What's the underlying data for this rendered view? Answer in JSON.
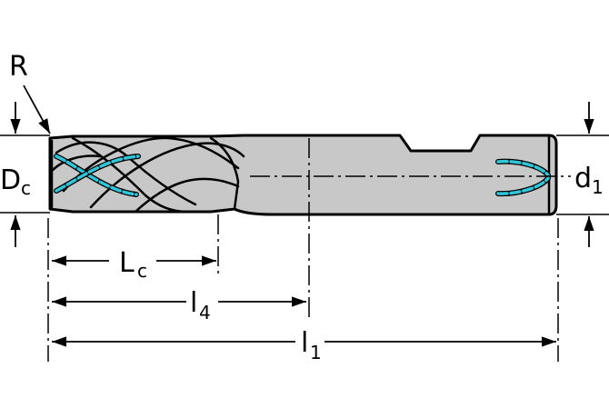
{
  "labels": {
    "corner_radius": "R",
    "cutting_diameter_main": "D",
    "cutting_diameter_sub": "c",
    "shank_diameter_main": "d",
    "shank_diameter_sub": "1",
    "cutting_length_main": "L",
    "cutting_length_sub": "c",
    "neck_length_main": "l",
    "neck_length_sub": "4",
    "overall_length_main": "l",
    "overall_length_sub": "1"
  },
  "colors": {
    "body_fill": "#c8c8c8",
    "outline": "#000000",
    "coolant": "#30c5d8"
  }
}
